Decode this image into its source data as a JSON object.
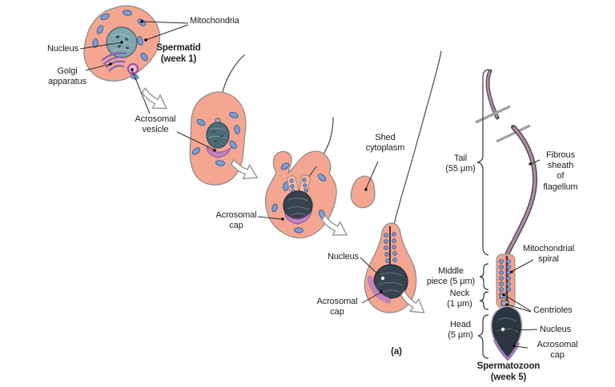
{
  "figure": {
    "panel_label": "(a)",
    "stage_titles": {
      "spermatid": "Spermatid\n(week 1)",
      "spermatozoon": "Spermatozoon\n(week 5)"
    },
    "labels": {
      "mitochondria": "Mitochondria",
      "nucleus_spermatid": "Nucleus",
      "golgi_apparatus": "Golgi\napparatus",
      "acrosomal_vesicle": "Acrosomal\nvesicle",
      "acrosomal_cap_mid": "Acrosomal\ncap",
      "shed_cytoplasm": "Shed\ncytoplasm",
      "nucleus_late_spermatid": "Nucleus",
      "acrosomal_cap_late": "Acrosomal\ncap",
      "fibrous_sheath": "Fibrous\nsheath\nof\nflagellum",
      "mitochondrial_spiral": "Mitochondrial\nspiral",
      "centrioles": "Centrioles",
      "nucleus_spermatozoon": "Nucleus",
      "acrosomal_cap_spermatozoon": "Acrosomal\ncap"
    },
    "measurements": {
      "tail": "Tail\n(55 μm)",
      "middle_piece": "Middle\npiece (5 μm)",
      "neck": "Neck\n(1 μm)",
      "head": "Head\n(5 μm)"
    },
    "colors": {
      "cytoplasm": "#F4A691",
      "cytoplasm_light": "#F8C1AA",
      "mitochondrion": "#7B9FD6",
      "nucleus_early": "#7FA6AC",
      "nucleus_mid": "#4E6C78",
      "nucleus_late": "#37434E",
      "head": "#2B3740",
      "acrosome": "#C583BC",
      "golgi": "#7D63B8",
      "middle_piece": "#EFA28F",
      "tail_dark": "#5D4656",
      "tail_light": "#BD8B95",
      "tail_core": "#8F9CC4"
    }
  }
}
